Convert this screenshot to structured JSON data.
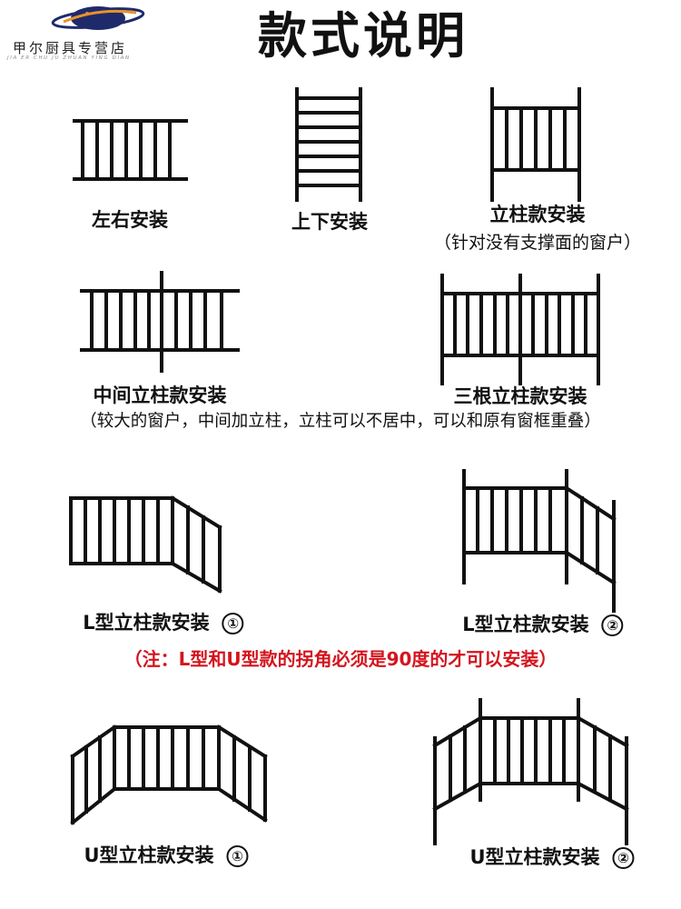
{
  "logo": {
    "name": "甲尔厨具专营店",
    "pinyin": "JIA ER CHU JU ZHUAN YING DIAN"
  },
  "title": "款式说明",
  "styles": [
    {
      "label": "左右安装",
      "note": ""
    },
    {
      "label": "上下安装",
      "note": ""
    },
    {
      "label": "立柱款安装",
      "note": "（针对没有支撑面的窗户）"
    },
    {
      "label": "中间立柱款安装",
      "note": "（较大的窗户，中间加立柱，立柱可以不居中，可以和原有窗框重叠）"
    },
    {
      "label": "三根立柱款安装",
      "note": ""
    },
    {
      "label": "L型立柱款安装",
      "num": "①"
    },
    {
      "label": "L型立柱款安装",
      "num": "②"
    },
    {
      "label": "U型立柱款安装",
      "num": "①"
    },
    {
      "label": "U型立柱款安装",
      "num": "②"
    }
  ],
  "warning": "（注：L型和U型款的拐角必须是90度的才可以安装）",
  "colors": {
    "line": "#111111",
    "warning": "#d4141e",
    "logo_blue": "#1f2a6b",
    "logo_orange": "#e8922a"
  }
}
